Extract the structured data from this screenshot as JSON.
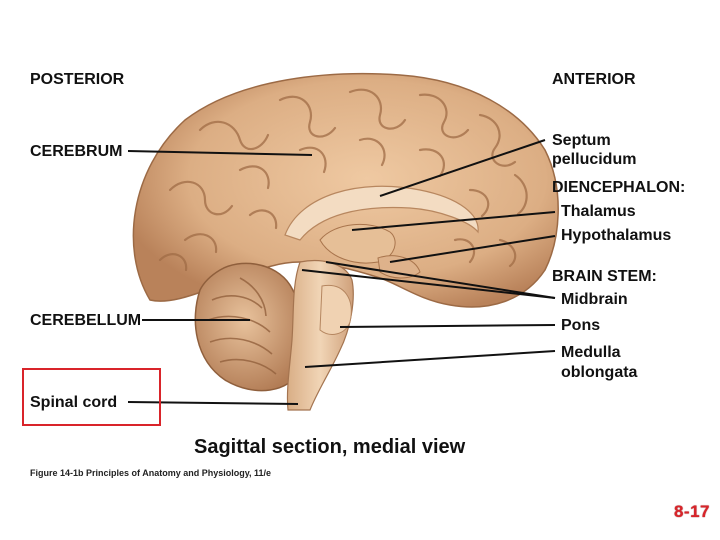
{
  "orientation": {
    "posterior": "POSTERIOR",
    "anterior": "ANTERIOR"
  },
  "labels": {
    "cerebrum": "CEREBRUM",
    "cerebellum": "CEREBELLUM",
    "spinal_cord": "Spinal cord",
    "septum_line1": "Septum",
    "septum_line2": "pellucidum",
    "diencephalon": "DIENCEPHALON:",
    "thalamus": "Thalamus",
    "hypothalamus": "Hypothalamus",
    "brain_stem": "BRAIN STEM:",
    "midbrain": "Midbrain",
    "pons": "Pons",
    "medulla_line1": "Medulla",
    "medulla_line2": "oblongata"
  },
  "caption": "Sagittal section, medial view",
  "figure_credit": "Figure 14-1b  Principles of Anatomy and Physiology, 11/e",
  "slide_number": "8-17",
  "colors": {
    "highlight": "#d9242a",
    "slide_number": "#d9242a",
    "brain_tissue": "#dcae84",
    "brain_shadow": "#a8744c"
  }
}
